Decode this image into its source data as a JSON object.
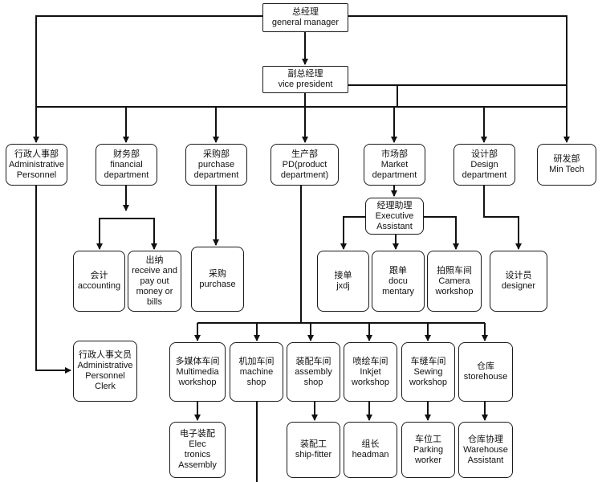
{
  "nodes": {
    "gm": {
      "zh": "总经理",
      "en": "general manager"
    },
    "vp": {
      "zh": "副总经理",
      "en": "vice president"
    },
    "admin": {
      "zh": "行政人事部",
      "en": "Administrative\nPersonnel"
    },
    "finance": {
      "zh": "财务部",
      "en": "financial\ndepartment"
    },
    "purchase_dept": {
      "zh": "采购部",
      "en": "purchase\ndepartment"
    },
    "pd": {
      "zh": "生产部",
      "en": "PD(product\ndepartment)"
    },
    "market": {
      "zh": "市场部",
      "en": "Market\ndepartment"
    },
    "design": {
      "zh": "设计部",
      "en": "Design\ndepartment"
    },
    "rd": {
      "zh": "研发部",
      "en": "Min Tech"
    },
    "exec": {
      "zh": "经理助理",
      "en": "Executive\nAssistant"
    },
    "accounting": {
      "zh": "会计",
      "en": "accounting"
    },
    "cashier": {
      "zh": "出纳",
      "en": "receive and\npay out\nmoney or\nbills"
    },
    "purchase": {
      "zh": "采购",
      "en": "purchase"
    },
    "jxdj": {
      "zh": "接单",
      "en": "jxdj"
    },
    "docu": {
      "zh": "跟单",
      "en": "docu\nmentary"
    },
    "camera": {
      "zh": "拍照车间",
      "en": "Camera\nworkshop"
    },
    "designer": {
      "zh": "设计员",
      "en": "designer"
    },
    "admin_clerk": {
      "zh": "行政人事文员",
      "en": "Administrative\nPersonnel\nClerk"
    },
    "multimedia": {
      "zh": "多媒体车间",
      "en": "Multimedia\nworkshop"
    },
    "machine": {
      "zh": "机加车间",
      "en": "machine\nshop"
    },
    "assembly": {
      "zh": "装配车间",
      "en": "assembly\nshop"
    },
    "inkjet": {
      "zh": "喷绘车间",
      "en": "Inkjet\nworkshop"
    },
    "sewing": {
      "zh": "车缝车间",
      "en": "Sewing\nworkshop"
    },
    "storehouse": {
      "zh": "仓库",
      "en": "storehouse"
    },
    "electronics": {
      "zh": "电子装配",
      "en": "Elec\ntronics\nAssembly"
    },
    "fitter": {
      "zh": "装配工",
      "en": "ship-fitter"
    },
    "headman": {
      "zh": "组长",
      "en": "headman"
    },
    "parking": {
      "zh": "车位工",
      "en": "Parking\nworker"
    },
    "wh_assistant": {
      "zh": "仓库协理",
      "en": "Warehouse\nAssistant"
    }
  }
}
